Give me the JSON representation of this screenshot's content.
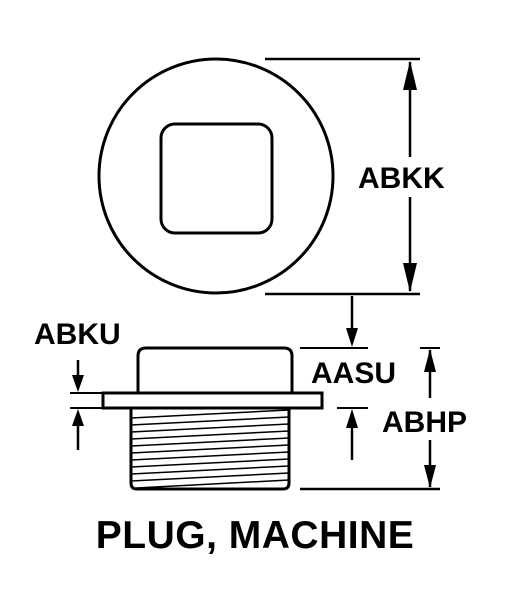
{
  "drawing": {
    "title": "PLUG, MACHINE",
    "dimensions": {
      "abkk": "ABKK",
      "abku": "ABKU",
      "aasu": "AASU",
      "abhp": "ABHP"
    }
  },
  "colors": {
    "ink": "#000000",
    "paper": "#ffffff"
  }
}
